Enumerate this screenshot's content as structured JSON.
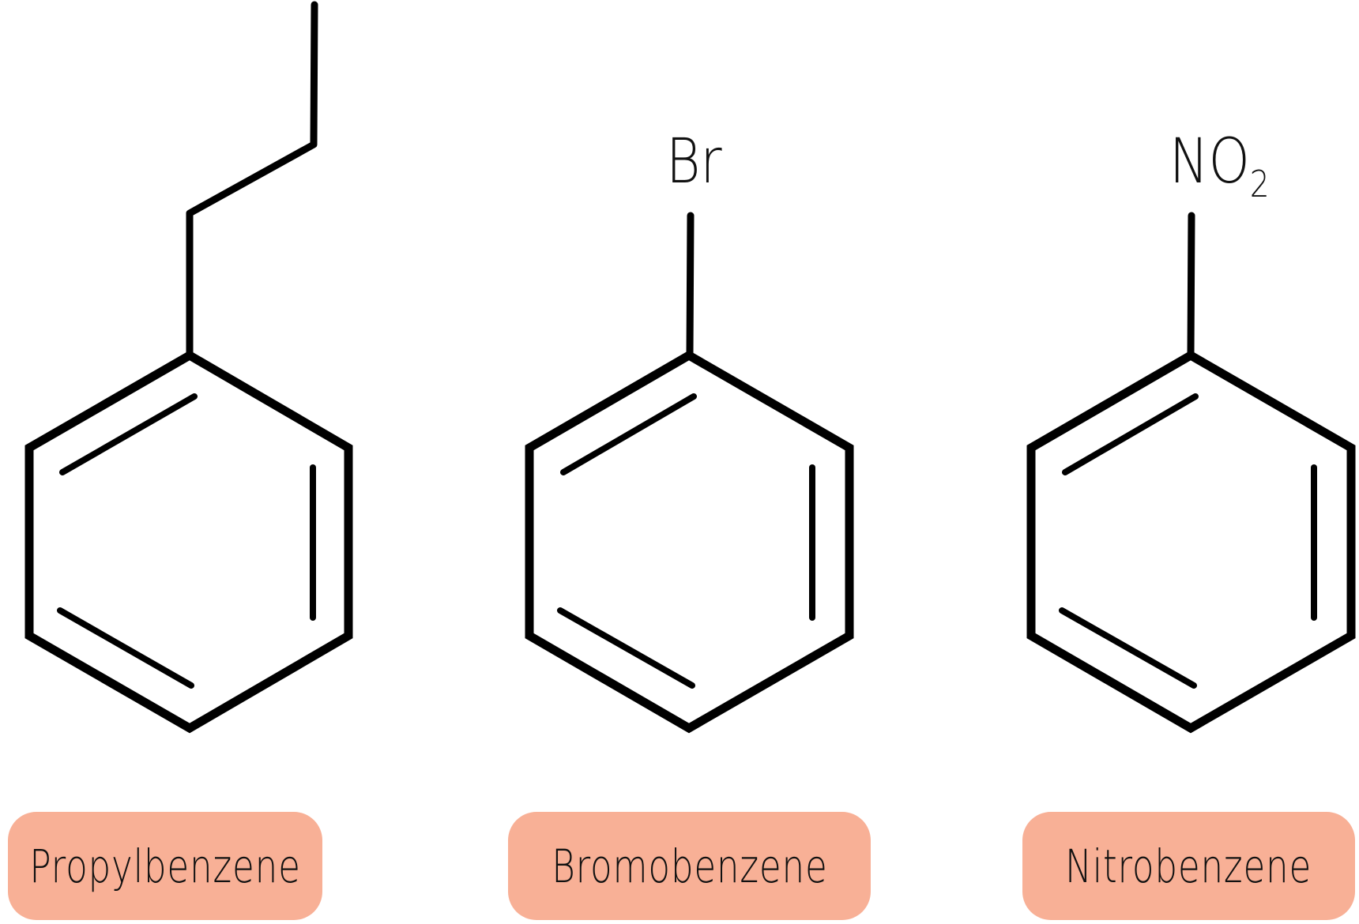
{
  "colors": {
    "pill_bg": "#f8b096",
    "bond": "#000000"
  },
  "molecules": [
    {
      "name": "Propylbenzene",
      "substituent": "propyl chain"
    },
    {
      "name": "Bromobenzene",
      "substituent": "Br"
    },
    {
      "name": "Nitrobenzene",
      "substituent": "NO",
      "substituent_subscript": "2"
    }
  ]
}
